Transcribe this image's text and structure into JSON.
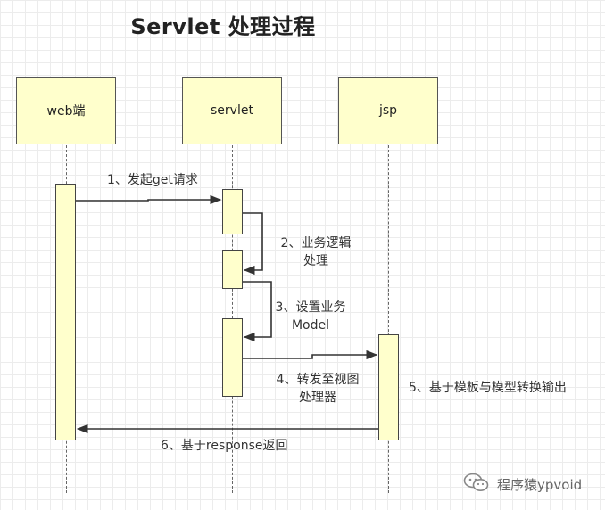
{
  "title": "Servlet 处理过程",
  "participants": {
    "web": "web端",
    "servlet": "servlet",
    "jsp": "jsp"
  },
  "messages": {
    "m1": "1、发起get请求",
    "m2_line1": "2、业务逻辑",
    "m2_line2": "处理",
    "m3_line1": "3、设置业务",
    "m3_line2": "Model",
    "m4_line1": "4、转发至视图",
    "m4_line2": "处理器",
    "m5": "5、基于模板与模型转换输出",
    "m6": "6、基于response返回"
  },
  "watermark": {
    "text": "程序猿ypvoid",
    "icon": "wechat-icon"
  },
  "colors": {
    "box_fill": "#ffffcc",
    "stroke": "#444444"
  }
}
